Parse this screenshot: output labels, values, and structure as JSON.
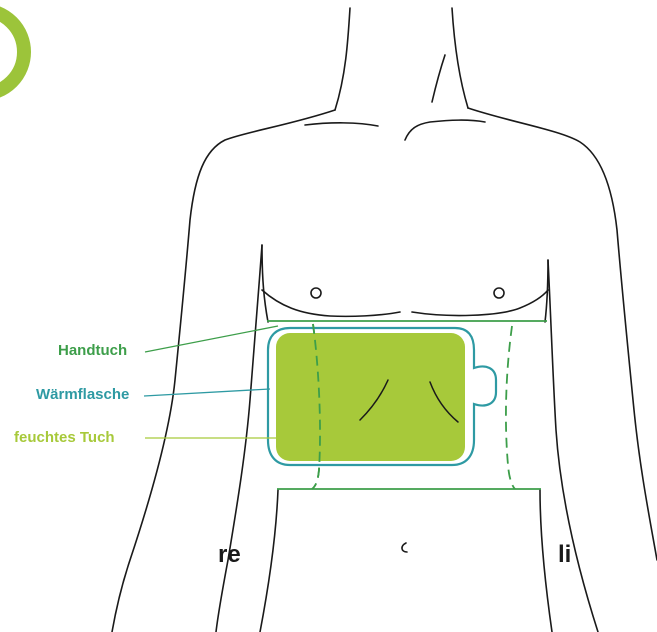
{
  "colors": {
    "handtuch": "#3d9e4a",
    "waermflasche": "#2e9aa3",
    "feuchtes_tuch": "#a7c93a",
    "outline": "#1a1a1a",
    "accent_ring": "#9cc43a"
  },
  "labels": {
    "handtuch": "Handtuch",
    "waermflasche": "Wärmflasche",
    "feuchtes_tuch": "feuchtes Tuch",
    "right_side": "re",
    "left_side": "li"
  }
}
